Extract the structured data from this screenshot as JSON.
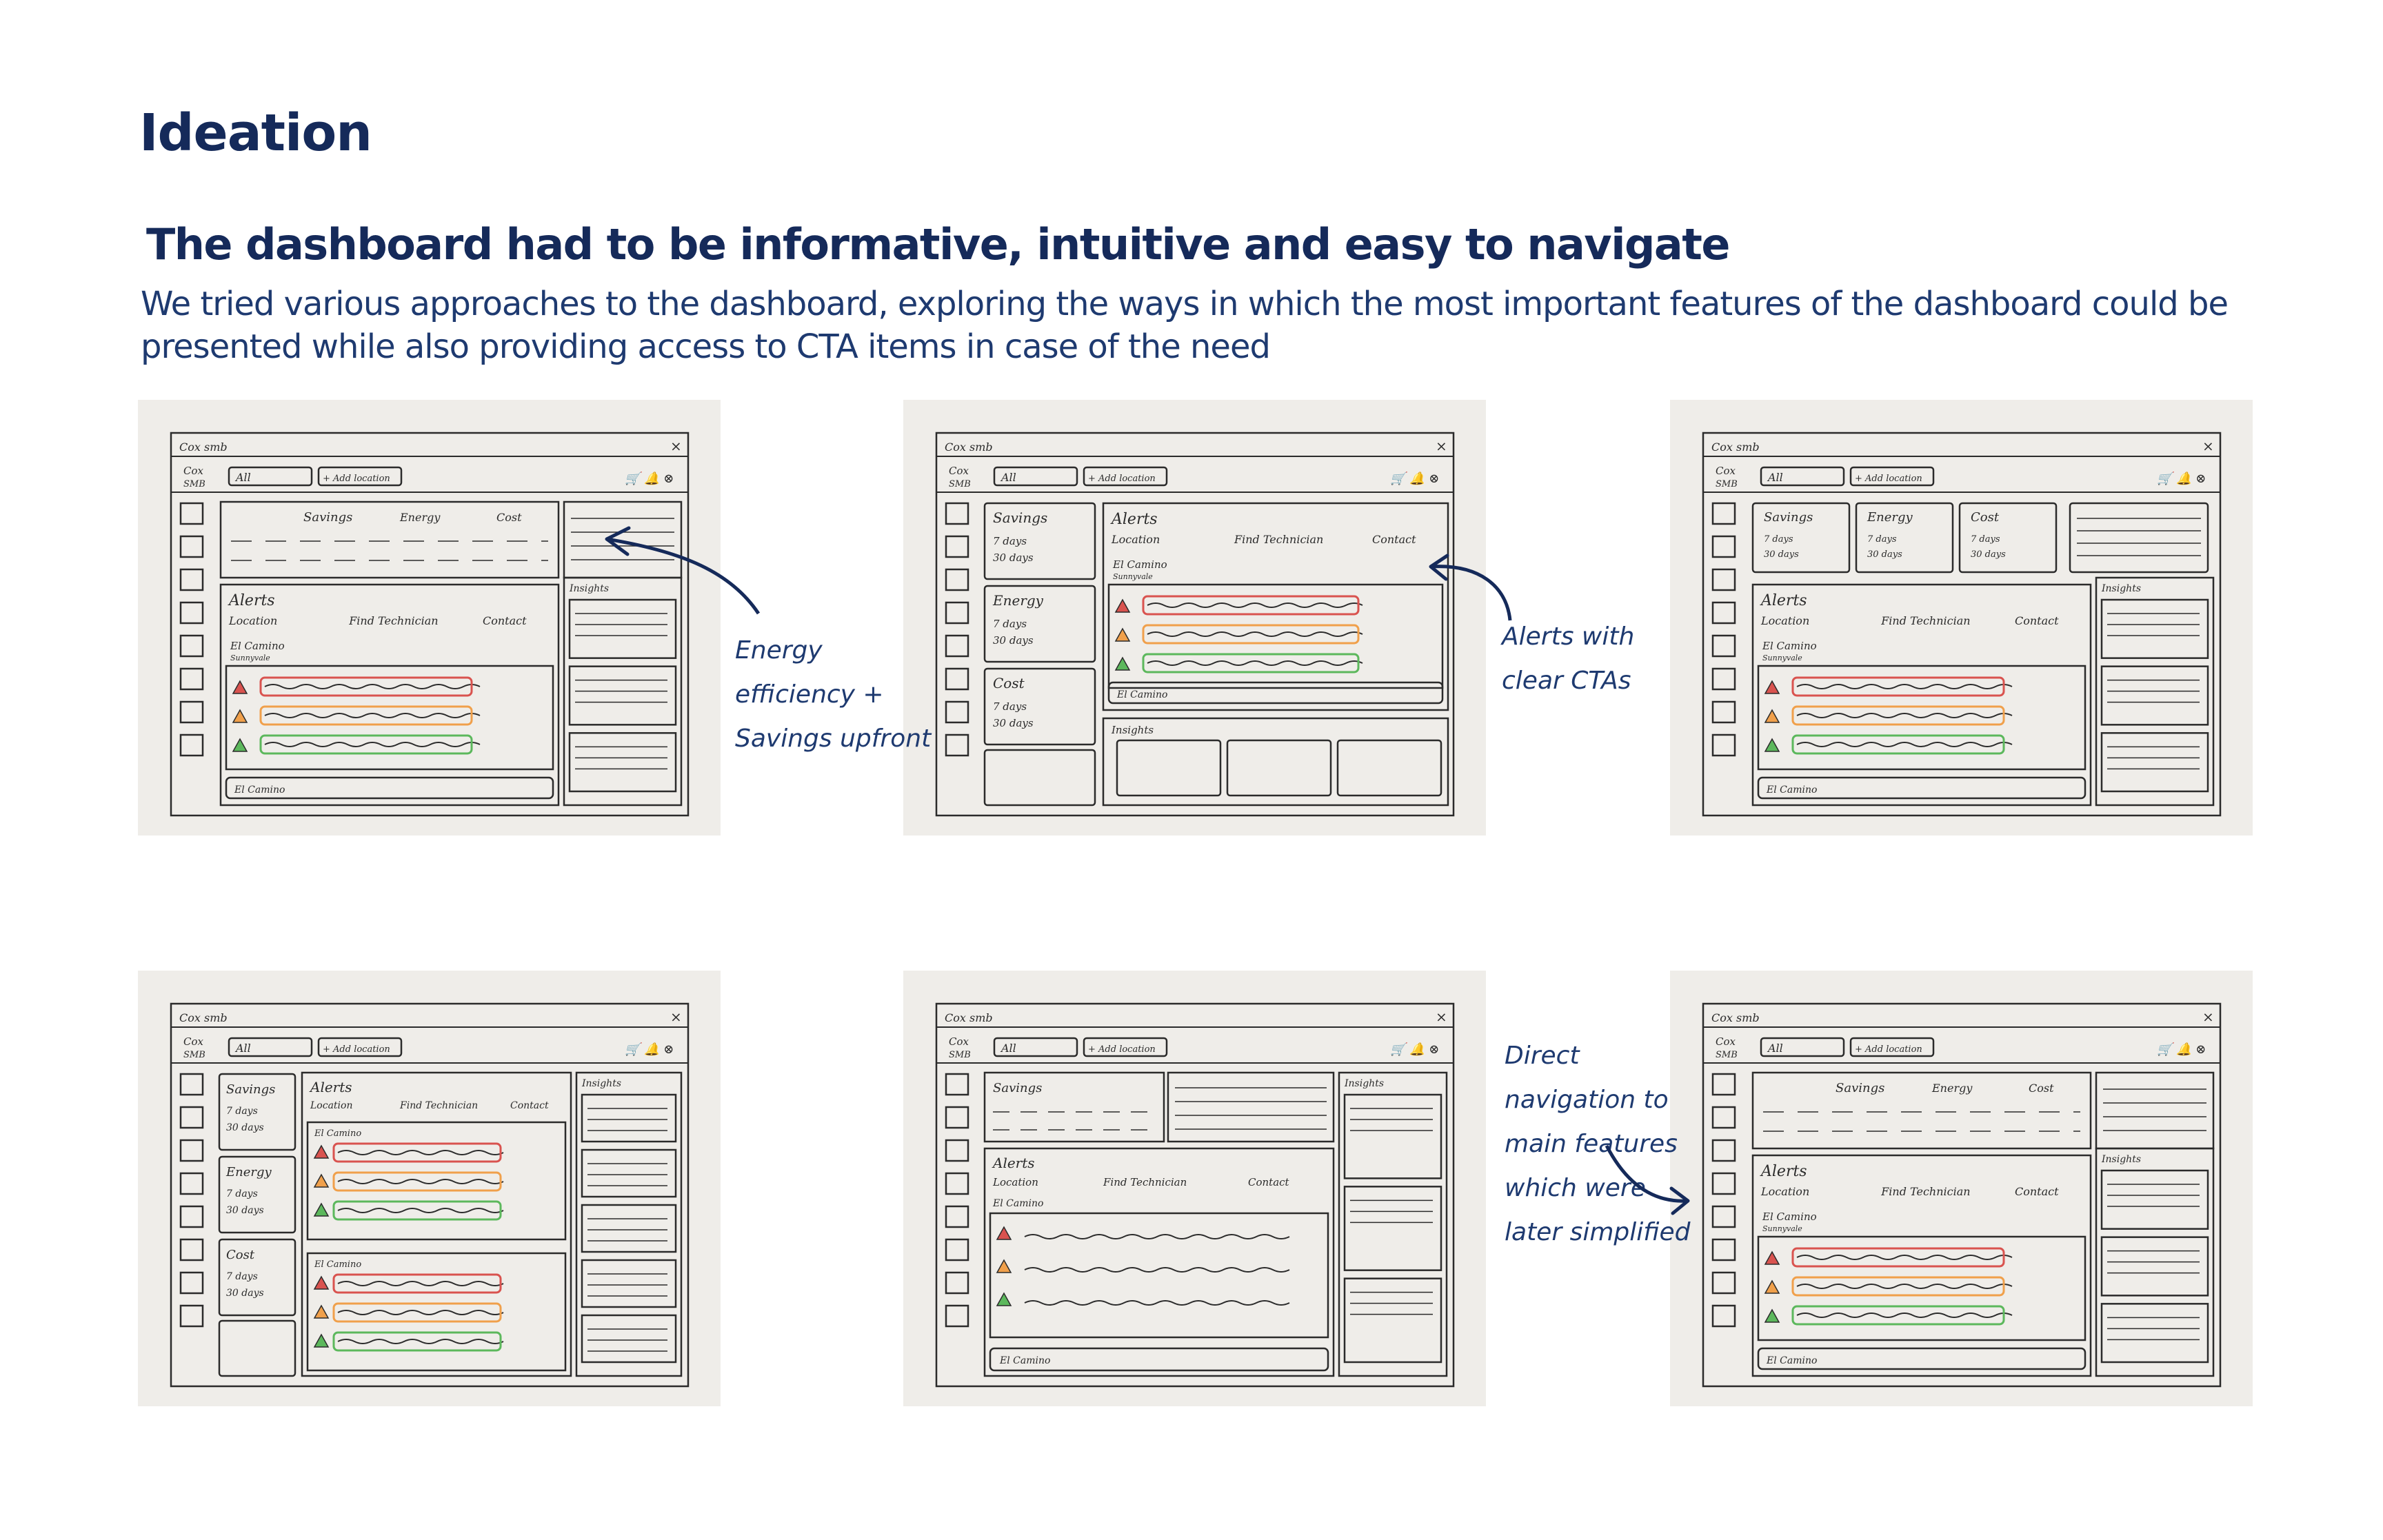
{
  "title": "Ideation",
  "headline": "The dashboard had to be informative, intuitive and easy to navigate",
  "body_line1": "We tried various approaches to the dashboard, exploring the ways in which the most important features of the dashboard could be",
  "body_line2": "presented while also providing access to CTA items in case of the need",
  "annotations": {
    "energy": [
      "Energy",
      "efficiency +",
      "Savings upfront"
    ],
    "alerts": [
      "Alerts with",
      "clear CTAs"
    ],
    "navigation": [
      "Direct",
      "navigation to",
      "main features",
      "which were",
      "later simplified"
    ]
  },
  "sketch_labels": {
    "tab": "Cox smb",
    "brand_1": "Cox",
    "brand_2": "SMB",
    "dropdown": "All",
    "add_location": "+ Add location",
    "savings": "Savings",
    "energy": "Energy",
    "cost": "Cost",
    "alerts": "Alerts",
    "location": "Location",
    "find_technician": "Find Technician",
    "contact": "Contact",
    "site_1": "El Camino",
    "site_2": "Sunnyvale",
    "insights": "Insights",
    "last_7_days": "7 days",
    "last_30_days": "30 days"
  },
  "colors": {
    "text": "#152a5a",
    "card": "#efede9",
    "alert_red": "#d9534f",
    "alert_orange": "#f0a04b",
    "alert_green": "#5cb85c"
  }
}
